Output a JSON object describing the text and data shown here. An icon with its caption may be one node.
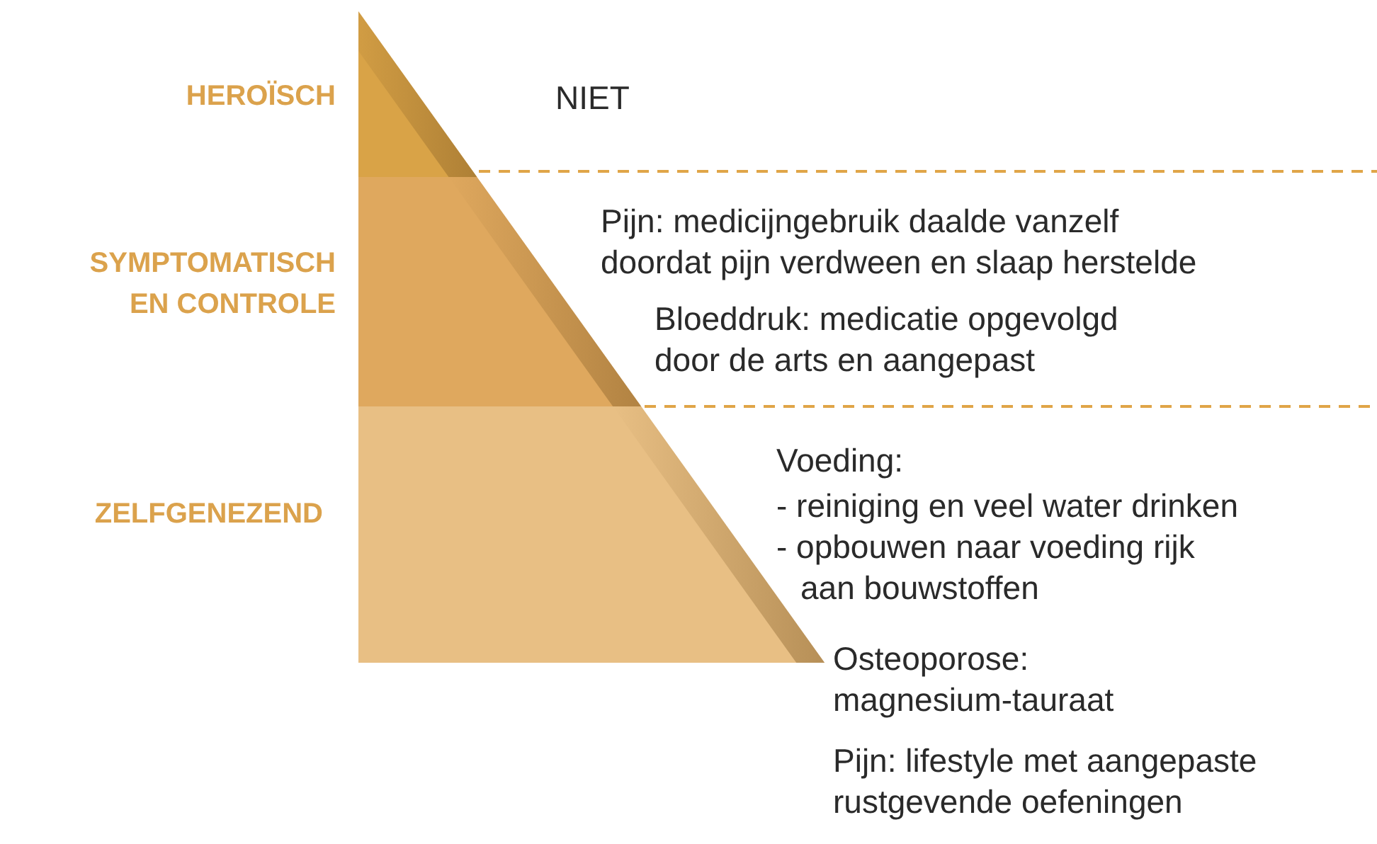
{
  "diagram": {
    "nodes": [
      {
        "text": [
          "HEROÏSCH"
        ],
        "beside": [
          "NIET"
        ]
      },
      {
        "text": [
          "SYMPTOMATISCH EN CONTROLE"
        ],
        "beside": [
          "Pijn: medicijngebruik daalde vanzelf doordat pijn verdween en slaap herstelde",
          "Bloeddruk: medicatie opgevolgd door de arts en aangepast"
        ]
      },
      {
        "text": [
          "ZELFGENEZEND"
        ],
        "beside": [
          "Voeding:",
          "- reiniging en veel water drinken",
          "- opbouwen naar voeding rijk aan bouwstoffen",
          "Osteoporose: magnesium-tauraat",
          "Pijn: lifestyle met aangepaste rustgevende oefeningen"
        ]
      }
    ]
  }
}
